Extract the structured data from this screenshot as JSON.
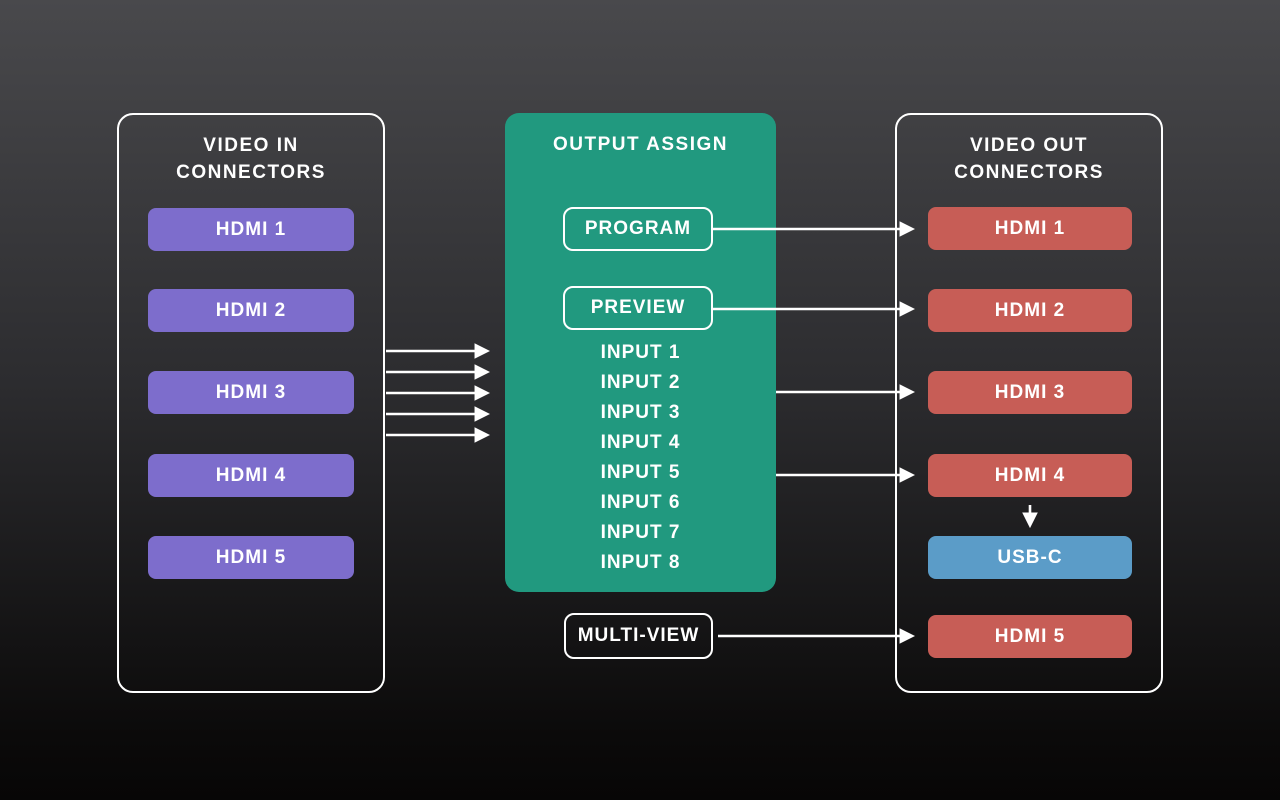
{
  "video_in": {
    "title_line1": "VIDEO IN",
    "title_line2": "CONNECTORS",
    "connectors": [
      "HDMI 1",
      "HDMI 2",
      "HDMI 3",
      "HDMI 4",
      "HDMI 5"
    ]
  },
  "output_assign": {
    "title": "OUTPUT ASSIGN",
    "buttons": [
      "PROGRAM",
      "PREVIEW"
    ],
    "inputs": [
      "INPUT 1",
      "INPUT 2",
      "INPUT 3",
      "INPUT 4",
      "INPUT 5",
      "INPUT 6",
      "INPUT 7",
      "INPUT 8"
    ]
  },
  "multi_view": {
    "label": "MULTI-VIEW"
  },
  "video_out": {
    "title_line1": "VIDEO OUT",
    "title_line2": "CONNECTORS",
    "connectors": [
      {
        "label": "HDMI 1",
        "color": "#c75d56"
      },
      {
        "label": "HDMI 2",
        "color": "#c75d56"
      },
      {
        "label": "HDMI 3",
        "color": "#c75d56"
      },
      {
        "label": "HDMI 4",
        "color": "#c75d56"
      },
      {
        "label": "USB-C",
        "color": "#5b9cc8"
      },
      {
        "label": "HDMI 5",
        "color": "#c75d56"
      }
    ]
  },
  "connections": [
    {
      "from": "VIDEO IN CONNECTORS",
      "to": "OUTPUT ASSIGN",
      "arrow_count": 5
    },
    {
      "from": "PROGRAM",
      "to": "HDMI 1 out"
    },
    {
      "from": "PREVIEW",
      "to": "HDMI 2 out"
    },
    {
      "from": "OUTPUT ASSIGN",
      "to": "HDMI 3 out"
    },
    {
      "from": "OUTPUT ASSIGN",
      "to": "HDMI 4 out"
    },
    {
      "from": "HDMI 4 out",
      "to": "USB-C"
    },
    {
      "from": "MULTI-VIEW",
      "to": "HDMI 5 out"
    }
  ],
  "colors": {
    "background_top": "#49494c",
    "background_bottom": "#070606",
    "panel_green": "#21997f",
    "input_connector": "#7d6dcc",
    "output_connector": "#c75d56",
    "usb_c_connector": "#5b9cc8",
    "outline": "#ffffff",
    "text": "#ffffff"
  }
}
